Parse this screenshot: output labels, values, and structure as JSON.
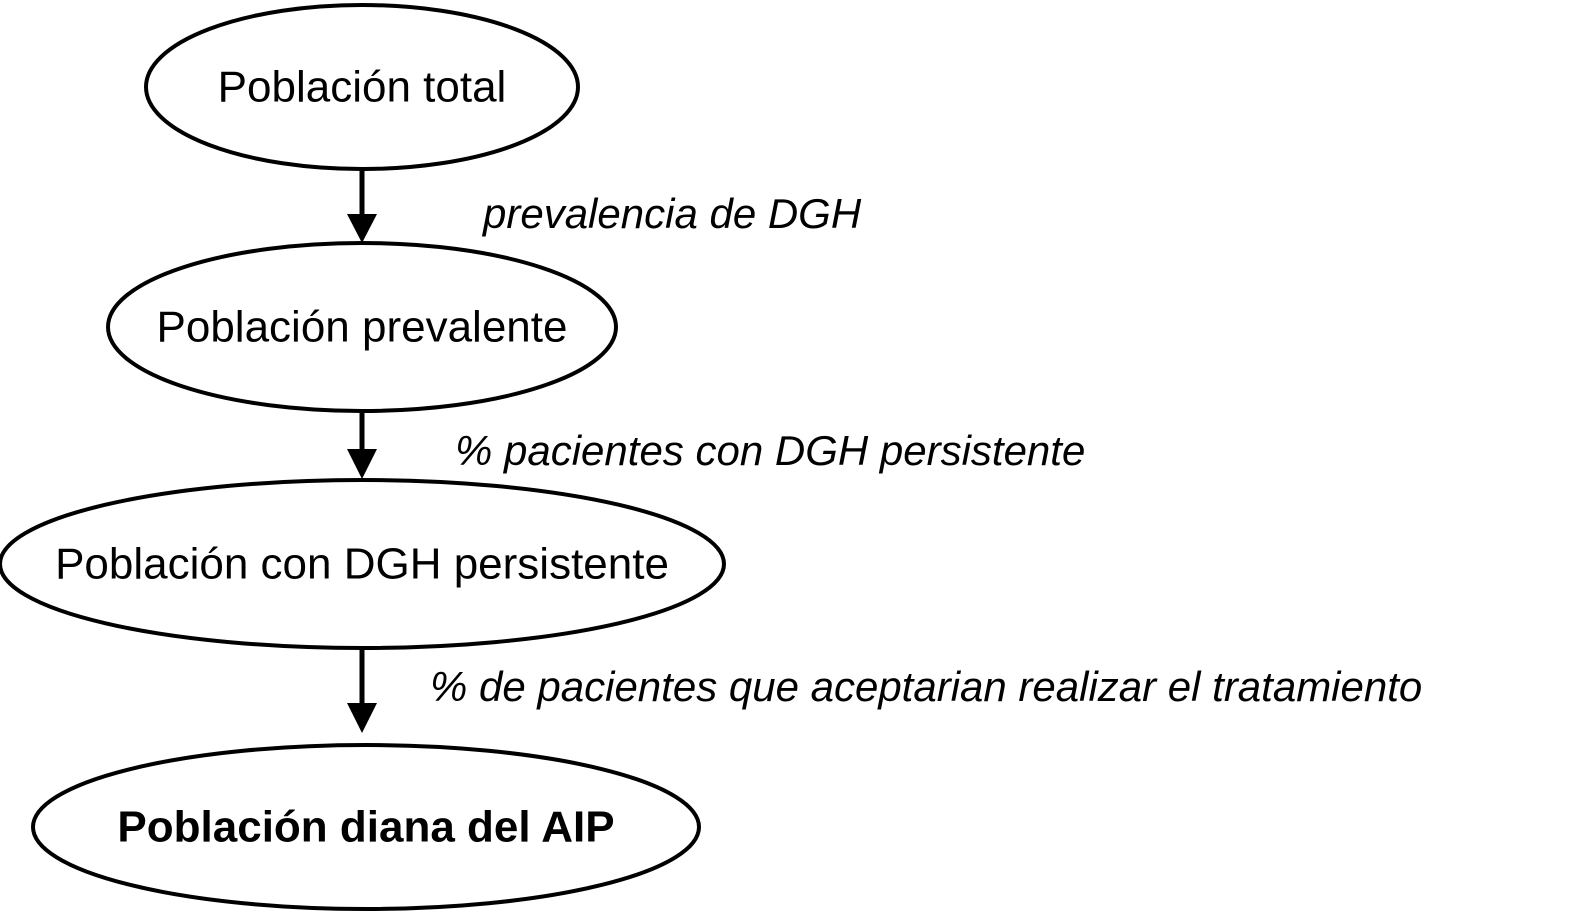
{
  "diagram": {
    "type": "flowchart",
    "orientation": "top-to-bottom",
    "background_color": "#ffffff",
    "stroke_color": "#000000",
    "nodes": [
      {
        "id": "poblacion-total",
        "label": "Población total",
        "shape": "ellipse",
        "bold": false
      },
      {
        "id": "poblacion-prevalente",
        "label": "Población prevalente",
        "shape": "ellipse",
        "bold": false
      },
      {
        "id": "poblacion-dgh-persistente",
        "label": "Población con DGH persistente",
        "shape": "ellipse",
        "bold": false
      },
      {
        "id": "poblacion-diana-aip",
        "label": "Población diana del AIP",
        "shape": "ellipse",
        "bold": true
      }
    ],
    "edges": [
      {
        "id": "edge-1",
        "from": "poblacion-total",
        "to": "poblacion-prevalente",
        "label": "prevalencia de DGH"
      },
      {
        "id": "edge-2",
        "from": "poblacion-prevalente",
        "to": "poblacion-dgh-persistente",
        "label": "% pacientes con DGH persistente"
      },
      {
        "id": "edge-3",
        "from": "poblacion-dgh-persistente",
        "to": "poblacion-diana-aip",
        "label": "% de pacientes que aceptarian realizar el tratamiento"
      }
    ]
  }
}
